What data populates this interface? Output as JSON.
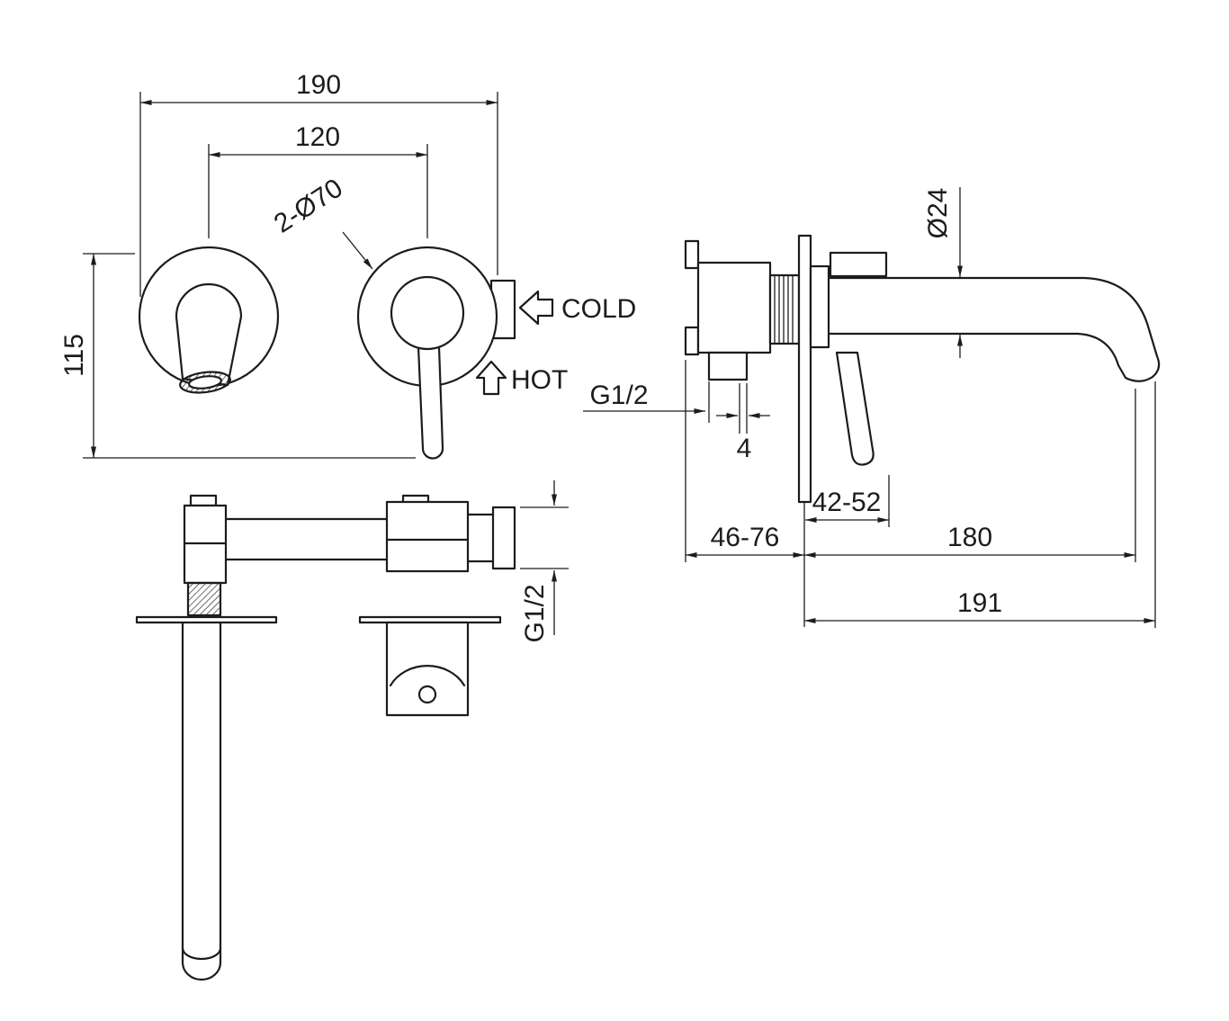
{
  "drawing": {
    "type": "technical-drawing",
    "subject": "Wall-mounted basin mixer tap, dimensioned orthographic views",
    "colors": {
      "line": "#1c1c1c",
      "background": "#ffffff"
    }
  },
  "front_view": {
    "total_width": "190",
    "hole_spacing": "120",
    "escutcheon_note": "2-Ø70",
    "height": "115",
    "cold_label": "COLD",
    "hot_label": "HOT"
  },
  "plan_view": {
    "outlet_thread": "G1/2"
  },
  "side_view": {
    "spout_diameter": "Ø24",
    "inlet_thread": "G1/2",
    "gap": "4",
    "depth_range": "42-52",
    "body_depth_range": "46-76",
    "spout_reach": "180",
    "overall_length": "191"
  },
  "icons": {
    "cold_arrow": "outline-arrow-left",
    "hot_arrow": "outline-arrow-up"
  }
}
